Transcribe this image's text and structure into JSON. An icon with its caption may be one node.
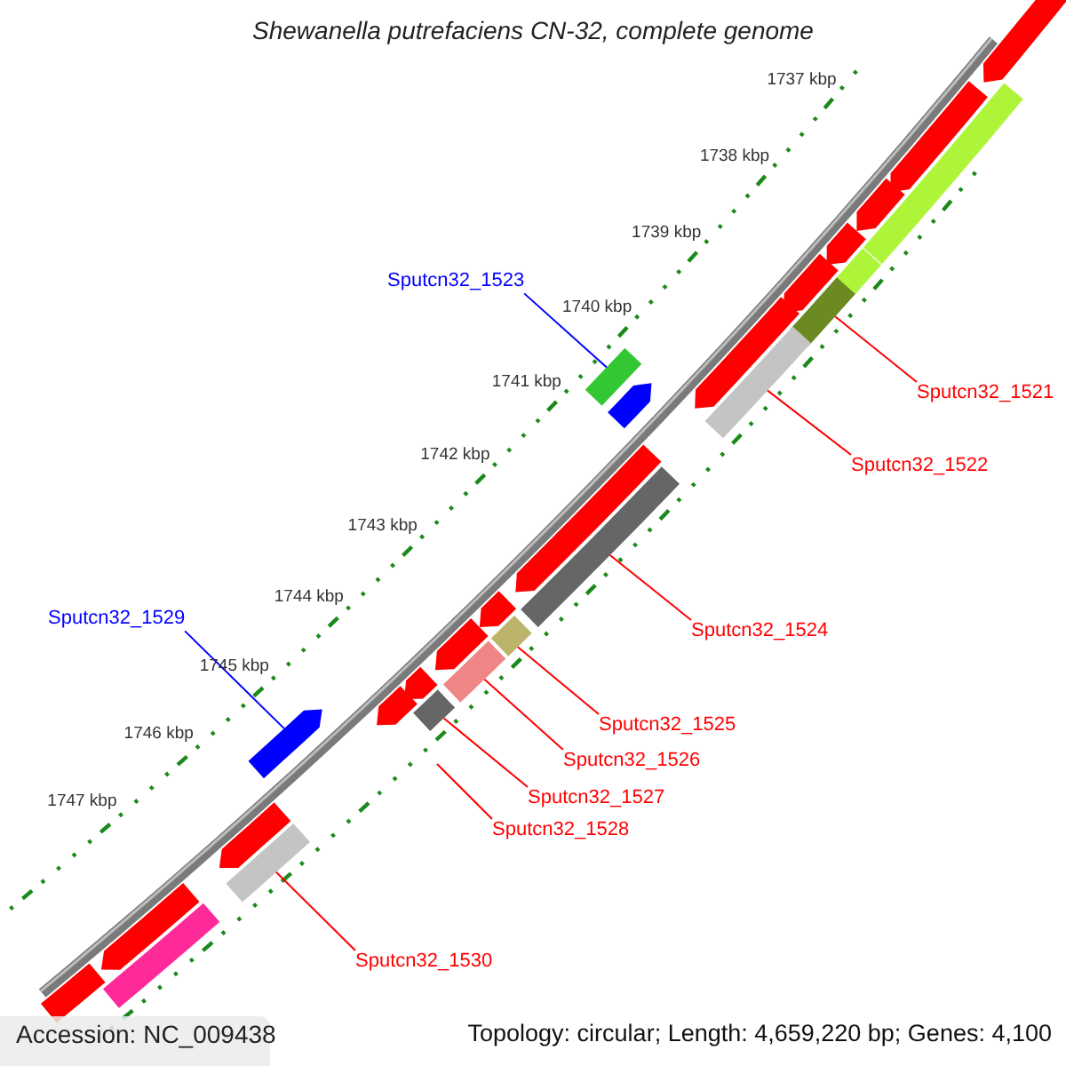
{
  "diagram": {
    "title": "Shewanella putrefaciens CN-32, complete genome",
    "nodes": [
      {
        "text": [
          "Sputcn32_1523"
        ]
      },
      {
        "text": [
          "Sputcn32_1521"
        ]
      },
      {
        "text": [
          "Sputcn32_1522"
        ]
      },
      {
        "text": [
          "Sputcn32_1524"
        ]
      },
      {
        "text": [
          "Sputcn32_1529"
        ]
      },
      {
        "text": [
          "Sputcn32_1525"
        ]
      },
      {
        "text": [
          "Sputcn32_1526"
        ]
      },
      {
        "text": [
          "Sputcn32_1527"
        ]
      },
      {
        "text": [
          "Sputcn32_1528"
        ]
      },
      {
        "text": [
          "Sputcn32_1530"
        ]
      },
      {
        "text": [],
        "shape": "box"
      },
      {
        "text": [],
        "shape": "box"
      },
      {
        "text": [],
        "shape": "box"
      },
      {
        "text": [],
        "shape": "box"
      },
      {
        "text": [],
        "shape": "arrow"
      },
      {
        "text": [],
        "shape": "box"
      },
      {
        "text": [],
        "shape": "box"
      },
      {
        "text": [],
        "shape": "box"
      },
      {
        "text": [],
        "shape": "box"
      },
      {
        "text": [],
        "shape": "bar"
      },
      {
        "text": [],
        "shape": "bar"
      },
      {
        "text": [],
        "shape": "bar"
      },
      {
        "text": [],
        "shape": "bar"
      },
      {
        "text": [],
        "shape": "bar"
      },
      {
        "text": [],
        "shape": "bar"
      },
      {
        "text": [],
        "shape": "bar"
      },
      {
        "text": [],
        "shape": "bar"
      },
      {
        "text": [],
        "shape": "bar"
      },
      {
        "text": [],
        "shape": "bar"
      },
      {
        "text": [],
        "shape": "bar"
      },
      {
        "text": [],
        "shape": "bar"
      },
      {
        "text": [],
        "shape": "bar"
      },
      {
        "text": [],
        "shape": "box"
      },
      {
        "text": [],
        "shape": "box"
      },
      {
        "text": [],
        "shape": "box"
      },
      {
        "text": [],
        "shape": "box"
      },
      {
        "text": [],
        "shape": "bar"
      }
    ],
    "edges": [
      {
        "from": 0,
        "to": 10,
        "arrow": "none",
        "color": "#0000ff"
      },
      {
        "from": 1,
        "to": 11,
        "arrow": "none"
      },
      {
        "from": 2,
        "to": 12,
        "arrow": "none"
      },
      {
        "from": 3,
        "to": 13,
        "arrow": "none"
      },
      {
        "from": 4,
        "to": 14,
        "arrow": "none",
        "color": "#0000ff"
      },
      {
        "from": 5,
        "to": 15,
        "arrow": "none"
      },
      {
        "from": 6,
        "to": 16,
        "arrow": "none"
      },
      {
        "from": 7,
        "to": 17,
        "arrow": "none"
      },
      {
        "from": 8,
        "to": null,
        "arrow": "none"
      },
      {
        "from": 9,
        "to": 18,
        "arrow": "none"
      }
    ],
    "labels": [
      "1737 kbp",
      "1738 kbp",
      "1739 kbp",
      "1740 kbp",
      "1741 kbp",
      "1742 kbp",
      "1743 kbp",
      "1744 kbp",
      "1745 kbp",
      "1746 kbp",
      "1747 kbp",
      "Accession: NC_009438",
      "Topology: circular; Length: 4,659,220 bp; Genes: 4,100"
    ]
  }
}
